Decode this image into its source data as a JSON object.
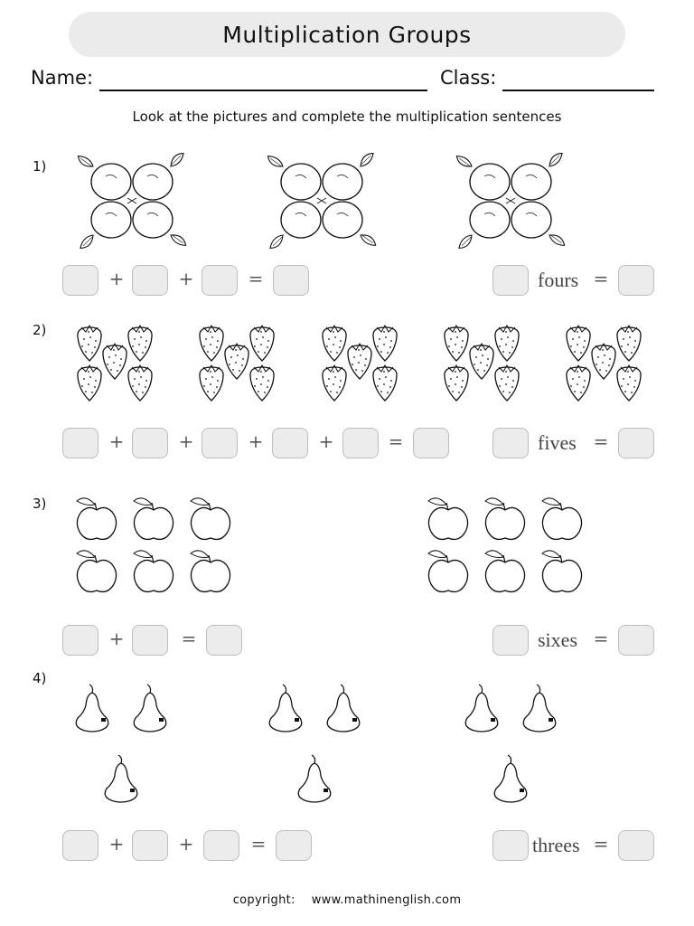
{
  "title": "Multiplication Groups",
  "name_label": "Name:",
  "class_label": "Class:",
  "instructions": "Look at the pictures and complete the multiplication sentences",
  "symbols": {
    "plus": "+",
    "equals": "="
  },
  "problems": [
    {
      "number": "1)",
      "fruit": "lemon",
      "groups": 3,
      "items_per_group": 4,
      "word": "fours"
    },
    {
      "number": "2)",
      "fruit": "strawberry",
      "groups": 5,
      "items_per_group": 5,
      "word": "fives"
    },
    {
      "number": "3)",
      "fruit": "apple",
      "groups": 2,
      "items_per_group": 6,
      "word": "sixes"
    },
    {
      "number": "4)",
      "fruit": "pear",
      "groups": 3,
      "items_per_group": 3,
      "word": "threes"
    }
  ],
  "footer": {
    "copyright": "copyright:",
    "site": "www.mathinenglish.com"
  }
}
